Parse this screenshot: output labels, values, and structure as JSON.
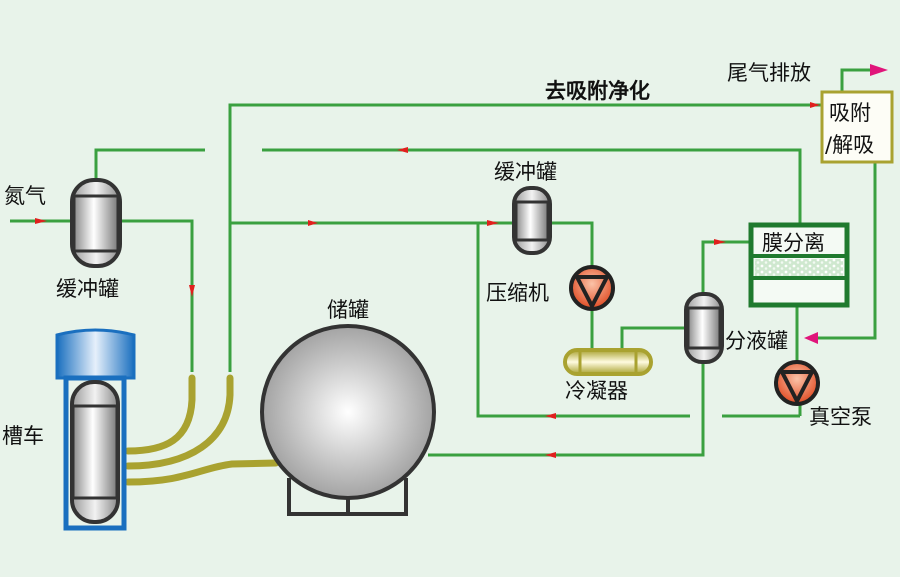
{
  "title": "氮气回收工艺流程",
  "colors": {
    "background": "#e8f3ea",
    "pipe": "#3aa040",
    "hose": "#a9a230",
    "arrow": "#e0201e",
    "exhaust_arrow": "#e0157a",
    "truck_frame": "#1a6fbf",
    "membrane_frame": "#1f7a2e",
    "adsorber_frame": "#a9a230",
    "pump_fill": "#e8603a"
  },
  "labels": {
    "nitrogen": "氮气",
    "buffer_tank_left": "缓冲罐",
    "tank_truck": "槽车",
    "storage_tank": "储罐",
    "to_adsorption": "去吸附净化",
    "buffer_tank_mid": "缓冲罐",
    "compressor": "压缩机",
    "condenser": "冷凝器",
    "separator_tank": "分液罐",
    "membrane": "膜分离",
    "vacuum_pump": "真空泵",
    "exhaust": "尾气排放",
    "adsorber_line1": "吸附",
    "adsorber_line2": "/解吸"
  }
}
